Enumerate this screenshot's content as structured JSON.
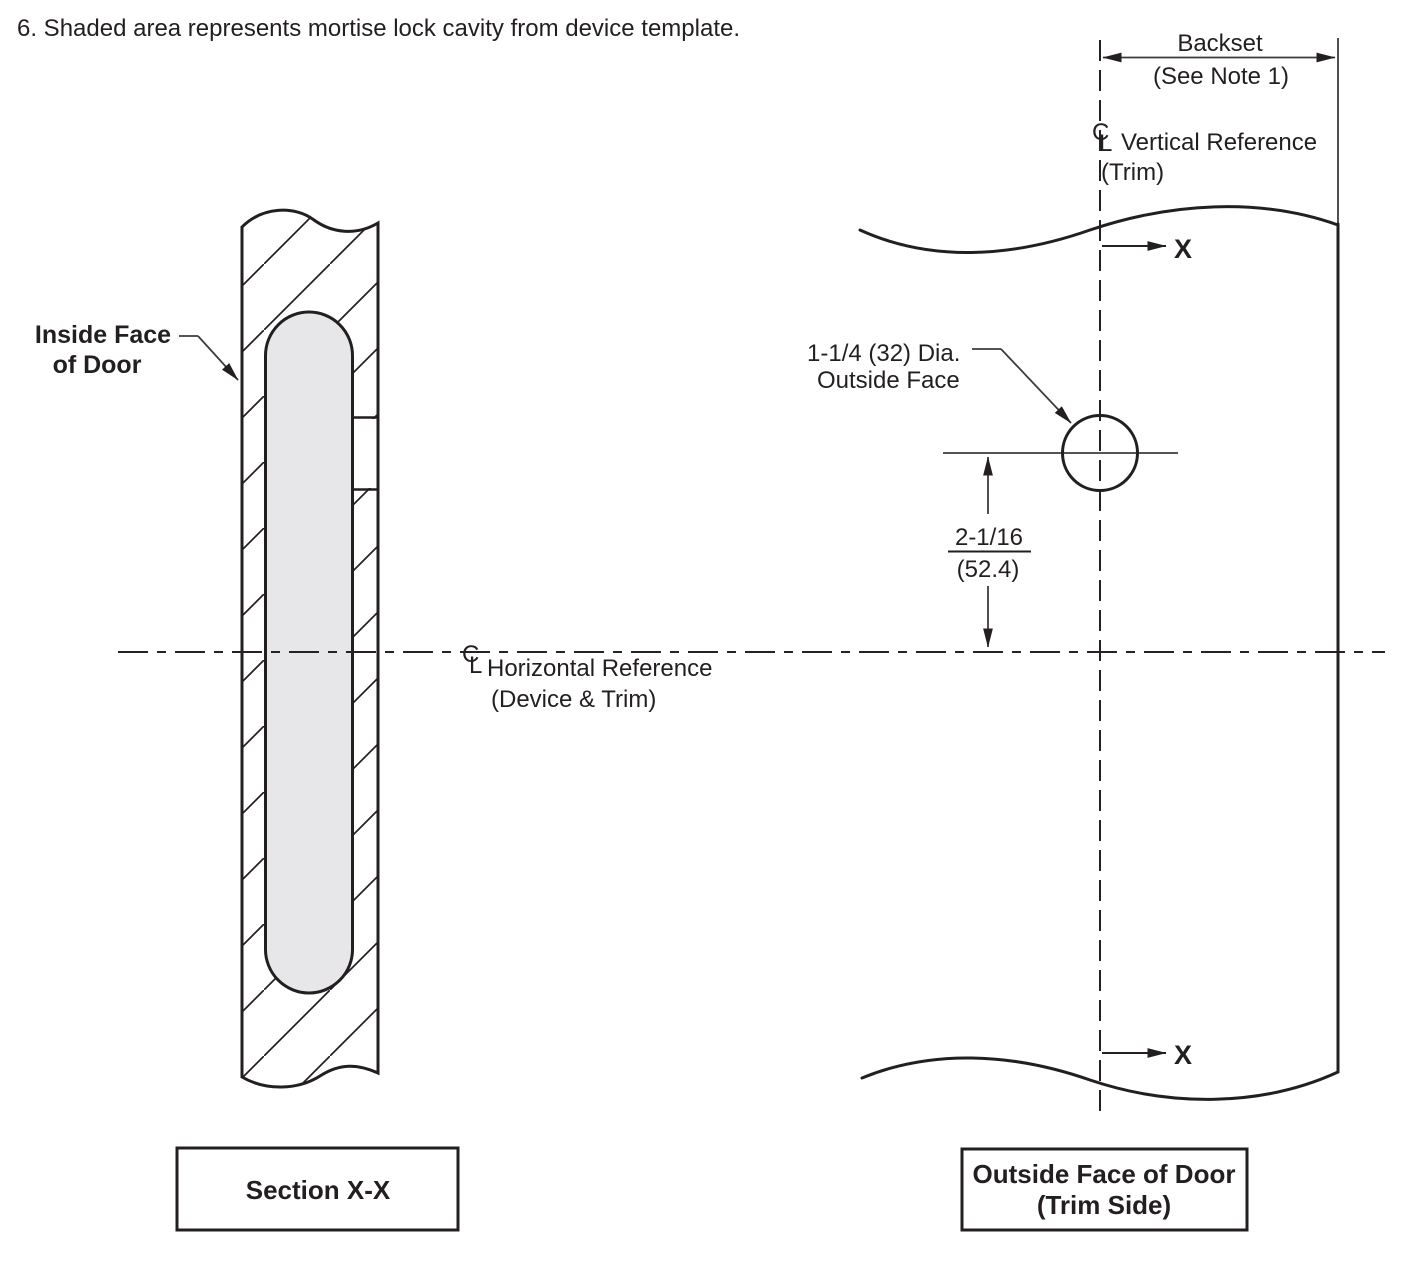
{
  "drawing": {
    "note": "6. Shaded area represents mortise lock cavity from device template.",
    "section_view": {
      "inside_face_label": [
        "Inside Face",
        "of Door"
      ],
      "caption": "Section X-X"
    },
    "face_view": {
      "backset": {
        "label": "Backset",
        "note": "(See Note 1)"
      },
      "vertical_reference": {
        "symbol_c": "C",
        "symbol_l": "L",
        "label": "Vertical Reference",
        "sublabel": "(Trim)"
      },
      "hole": {
        "label": "1-1/4 (32) Dia.",
        "sublabel": "Outside Face"
      },
      "offset_dimension": {
        "inches": "2-1/16",
        "millimeters": "(52.4)"
      },
      "horizontal_reference": {
        "symbol_c": "C",
        "symbol_l": "L",
        "label": "Horizontal Reference",
        "sublabel": "(Device & Trim)"
      },
      "section_cut": {
        "top": "X",
        "bottom": "X"
      },
      "caption": [
        "Outside Face of Door",
        "(Trim Side)"
      ]
    },
    "colors": {
      "ink": "#231f20",
      "cavity_shade": "#e7e7e9",
      "paper": "#ffffff"
    }
  }
}
